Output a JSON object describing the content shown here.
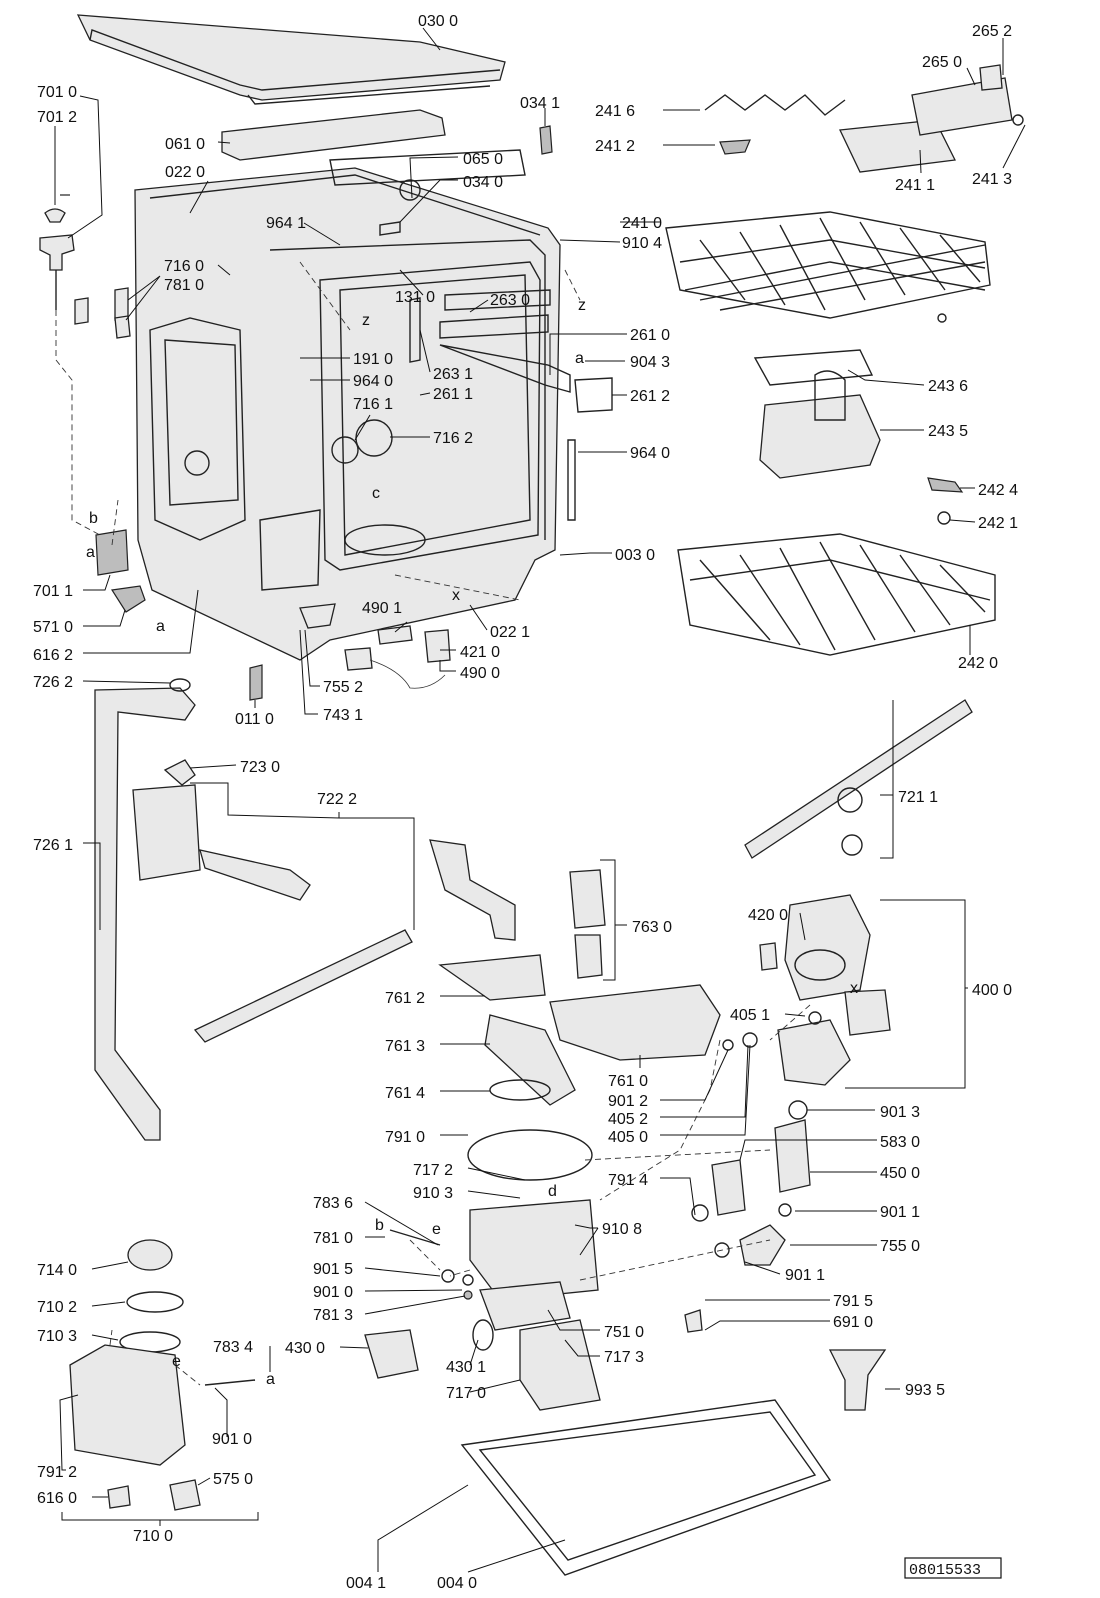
{
  "labels": [
    "030 0",
    "265 2",
    "265 0",
    "701 0",
    "701 2",
    "034 1",
    "241 6",
    "241 2",
    "061 0",
    "022 0",
    "065 0",
    "034 0",
    "241 1",
    "241 3",
    "964 1",
    "241 0",
    "910 4",
    "716 0",
    "781 0",
    "131 0",
    "263 0",
    "261 0",
    "904 3",
    "191 0",
    "964 0",
    "263 1",
    "261 1",
    "261 2",
    "243 6",
    "716 1",
    "716 2",
    "243 5",
    "964 0",
    "242 4",
    "242 1",
    "003 0",
    "701 1",
    "571 0",
    "490 1",
    "022 1",
    "421 0",
    "616 2",
    "490 0",
    "242 0",
    "726 2",
    "755 2",
    "011 0",
    "743 1",
    "723 0",
    "722 2",
    "721 1",
    "726 1",
    "763 0",
    "420 0",
    "400 0",
    "761 2",
    "405 1",
    "761 3",
    "761 0",
    "761 4",
    "901 2",
    "405 2",
    "901 3",
    "791 0",
    "405 0",
    "583 0",
    "717 2",
    "450 0",
    "910 3",
    "791 4",
    "783 6",
    "910 8",
    "901 1",
    "781 0",
    "755 0",
    "714 0",
    "901 5",
    "901 1",
    "901 0",
    "791 5",
    "710 2",
    "781 3",
    "691 0",
    "751 0",
    "710 3",
    "783 4",
    "430 0",
    "717 3",
    "430 1",
    "717 0",
    "993 5",
    "901 0",
    "791 2",
    "575 0",
    "616 0",
    "710 0",
    "004 1",
    "004 0"
  ],
  "letters": [
    "z",
    "z",
    "c",
    "b",
    "a",
    "a",
    "x",
    "a",
    "x",
    "d",
    "b",
    "e",
    "e",
    "a"
  ],
  "reference": "08015533"
}
